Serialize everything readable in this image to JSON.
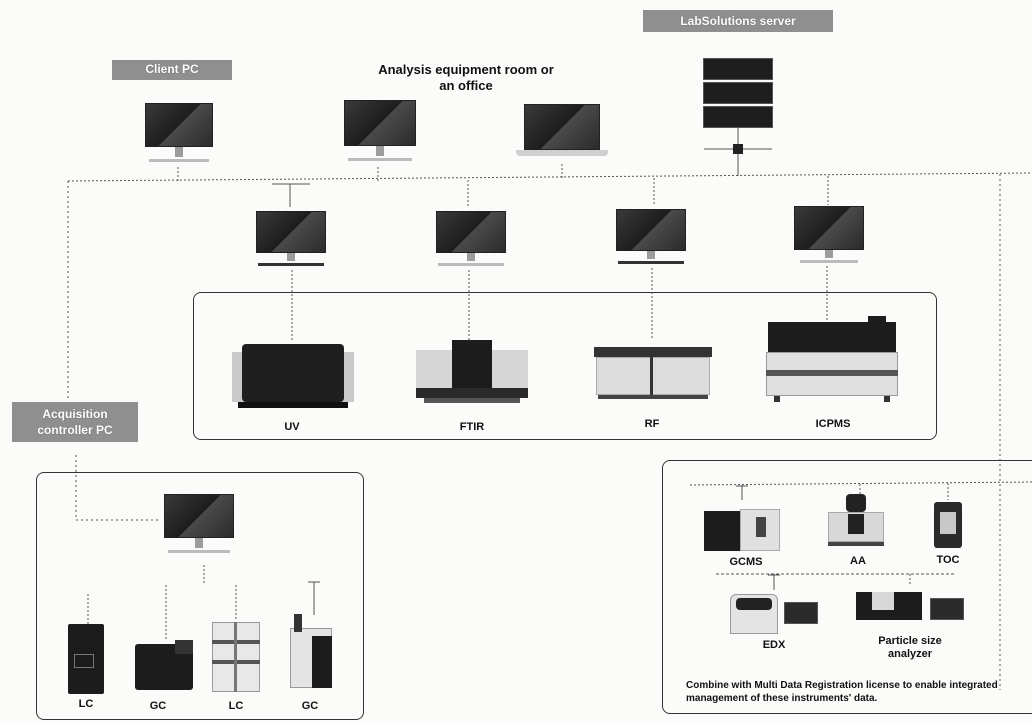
{
  "tags": {
    "client_pc": "Client PC",
    "labsolutions_server": "LabSolutions server",
    "acquisition_controller_pc": "Acquisition controller PC"
  },
  "captions": {
    "analysis_room": "Analysis equipment room or an office"
  },
  "instruments_row": [
    {
      "label": "UV"
    },
    {
      "label": "FTIR"
    },
    {
      "label": "RF"
    },
    {
      "label": "ICPMS"
    }
  ],
  "acquisition_group": [
    {
      "label": "LC"
    },
    {
      "label": "GC"
    },
    {
      "label": "LC"
    },
    {
      "label": "GC"
    }
  ],
  "mdr_group": {
    "instruments": [
      {
        "label": "GCMS"
      },
      {
        "label": "AA"
      },
      {
        "label": "TOC"
      },
      {
        "label": "EDX"
      },
      {
        "label": "Particle size analyzer"
      }
    ],
    "note": "Combine with Multi Data Registration license to enable integrated management of these instruments' data."
  },
  "colors": {
    "tag_bg": "#8f8f8f",
    "line": "#555555",
    "screen": "#2b2b2b",
    "background": "#fbfbf9"
  }
}
